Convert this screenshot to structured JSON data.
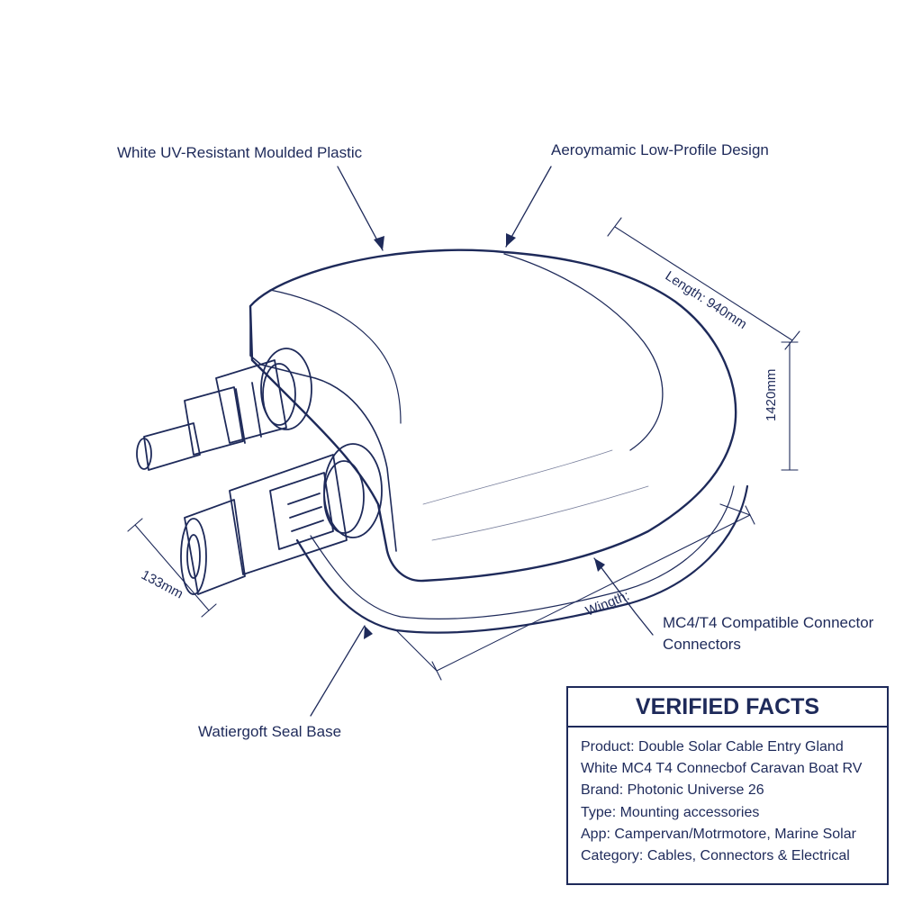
{
  "callouts": {
    "material": "White UV-Resistant Moulded Plastic",
    "design": "Aeroymamic Low-Profile Design",
    "connector_line1": "MC4/T4 Compatible Connector",
    "connector_line2": "Connectors",
    "seal": "Watiergoft Seal Base"
  },
  "dimensions": {
    "length": "Length: 940mm",
    "height": "1420mm",
    "side": "133mm",
    "width": "Wingth:"
  },
  "facts": {
    "title": "VERIFIED FACTS",
    "items": [
      {
        "key": "Product:",
        "value": "Double Solar Cable Entry Gland"
      },
      {
        "key": "",
        "value": "White MC4 T4 Connecbof Caravan Boat RV"
      },
      {
        "key": "Brand:",
        "value": "Photonic Universe 26"
      },
      {
        "key": "Type:",
        "value": "Mounting accessories"
      },
      {
        "key": "App:",
        "value": "Campervan/Motrmotore, Marine Solar"
      },
      {
        "key": "Category:",
        "value": "Cables, Connectors & Electrical"
      }
    ]
  },
  "colors": {
    "ink": "#1e2a5a",
    "background": "#ffffff"
  }
}
